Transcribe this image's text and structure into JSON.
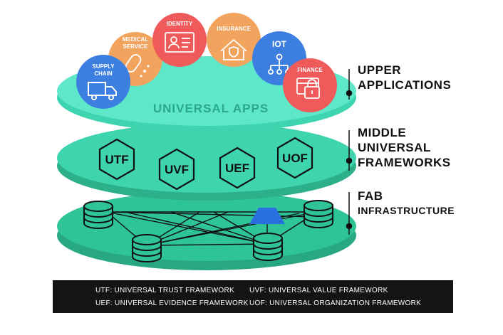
{
  "layers": {
    "upper": {
      "center_label": "UNIVERSAL APPS",
      "side_label_line1": "UPPER",
      "side_label_line2": "APPLICATIONS"
    },
    "middle": {
      "side_label_line1": "MIDDLE",
      "side_label_line2": "UNIVERSAL",
      "side_label_line3": "FRAMEWORKS"
    },
    "fab": {
      "side_label_line1": "FAB",
      "side_label_line2": "INFRASTRUCTURE"
    }
  },
  "apps": [
    {
      "line1": "SUPPLY",
      "line2": "CHAIN",
      "icon": "truck-icon",
      "color": "#3d7fe0"
    },
    {
      "line1": "MEDICAL",
      "line2": "SERVICE",
      "icon": "pill-icon",
      "color": "#f2a35e"
    },
    {
      "line1": "IDENTITY",
      "line2": "",
      "icon": "id-card-icon",
      "color": "#ef5b5b"
    },
    {
      "line1": "INSURANCE",
      "line2": "",
      "icon": "house-shield-icon",
      "color": "#f2a35e"
    },
    {
      "line1": "IOT",
      "line2": "",
      "icon": "network-icon",
      "color": "#3d7fe0"
    },
    {
      "line1": "FINANCE",
      "line2": "",
      "icon": "money-lock-icon",
      "color": "#ef5b5b"
    }
  ],
  "frameworks": [
    "UTF",
    "UVF",
    "UEF",
    "UOF"
  ],
  "legend": {
    "icon": "cube-icon",
    "utf": "UTF: UNIVERSAL TRUST FRAMEWORK",
    "uvf": "UVF: UNIVERSAL VALUE FRAMEWORK",
    "uef": "UEF: UNIVERSAL EVIDENCE FRAMEWORK",
    "uof": "UOF: UNIVERSAL ORGANIZATION FRAMEWORK"
  },
  "colors": {
    "disc_top": "#4fe3c2",
    "disc_mid": "#3ecfa8",
    "disc_bottom": "#2ebf95",
    "legend_bg": "#141414"
  }
}
